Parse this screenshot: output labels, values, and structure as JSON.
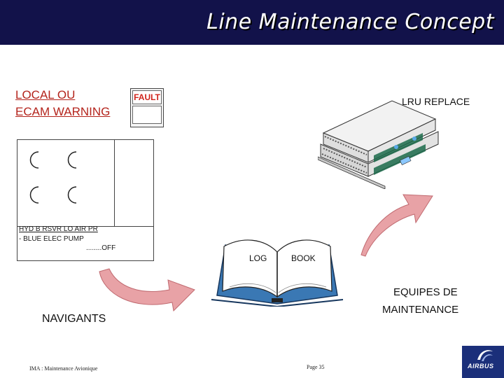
{
  "slide": {
    "title": "Line Maintenance Concept",
    "local_warning_line1": "LOCAL  OU",
    "local_warning_line2": "ECAM  WARNING",
    "fault_label": "FAULT",
    "lru_replace": "LRU REPLACE",
    "ecam_line1": "HYD B RSVR LO AIR PR",
    "ecam_line2": "- BLUE ELEC PUMP",
    "ecam_line3": "........OFF",
    "logbook_left": "LOG",
    "logbook_right": "BOOK",
    "maintenance_line1": "EQUIPES DE",
    "maintenance_line2": "MAINTENANCE",
    "crew": "NAVIGANTS",
    "footer_left": "IMA : Maintenance Avionique",
    "footer_page": "Page 35",
    "logo_text": "AIRBUS"
  },
  "colors": {
    "header": "#12124a",
    "warning_red": "#b4241c",
    "arrow_pink": "#e8a2a6",
    "book_blue": "#3a78b4",
    "logo_blue": "#1b2f7a"
  }
}
